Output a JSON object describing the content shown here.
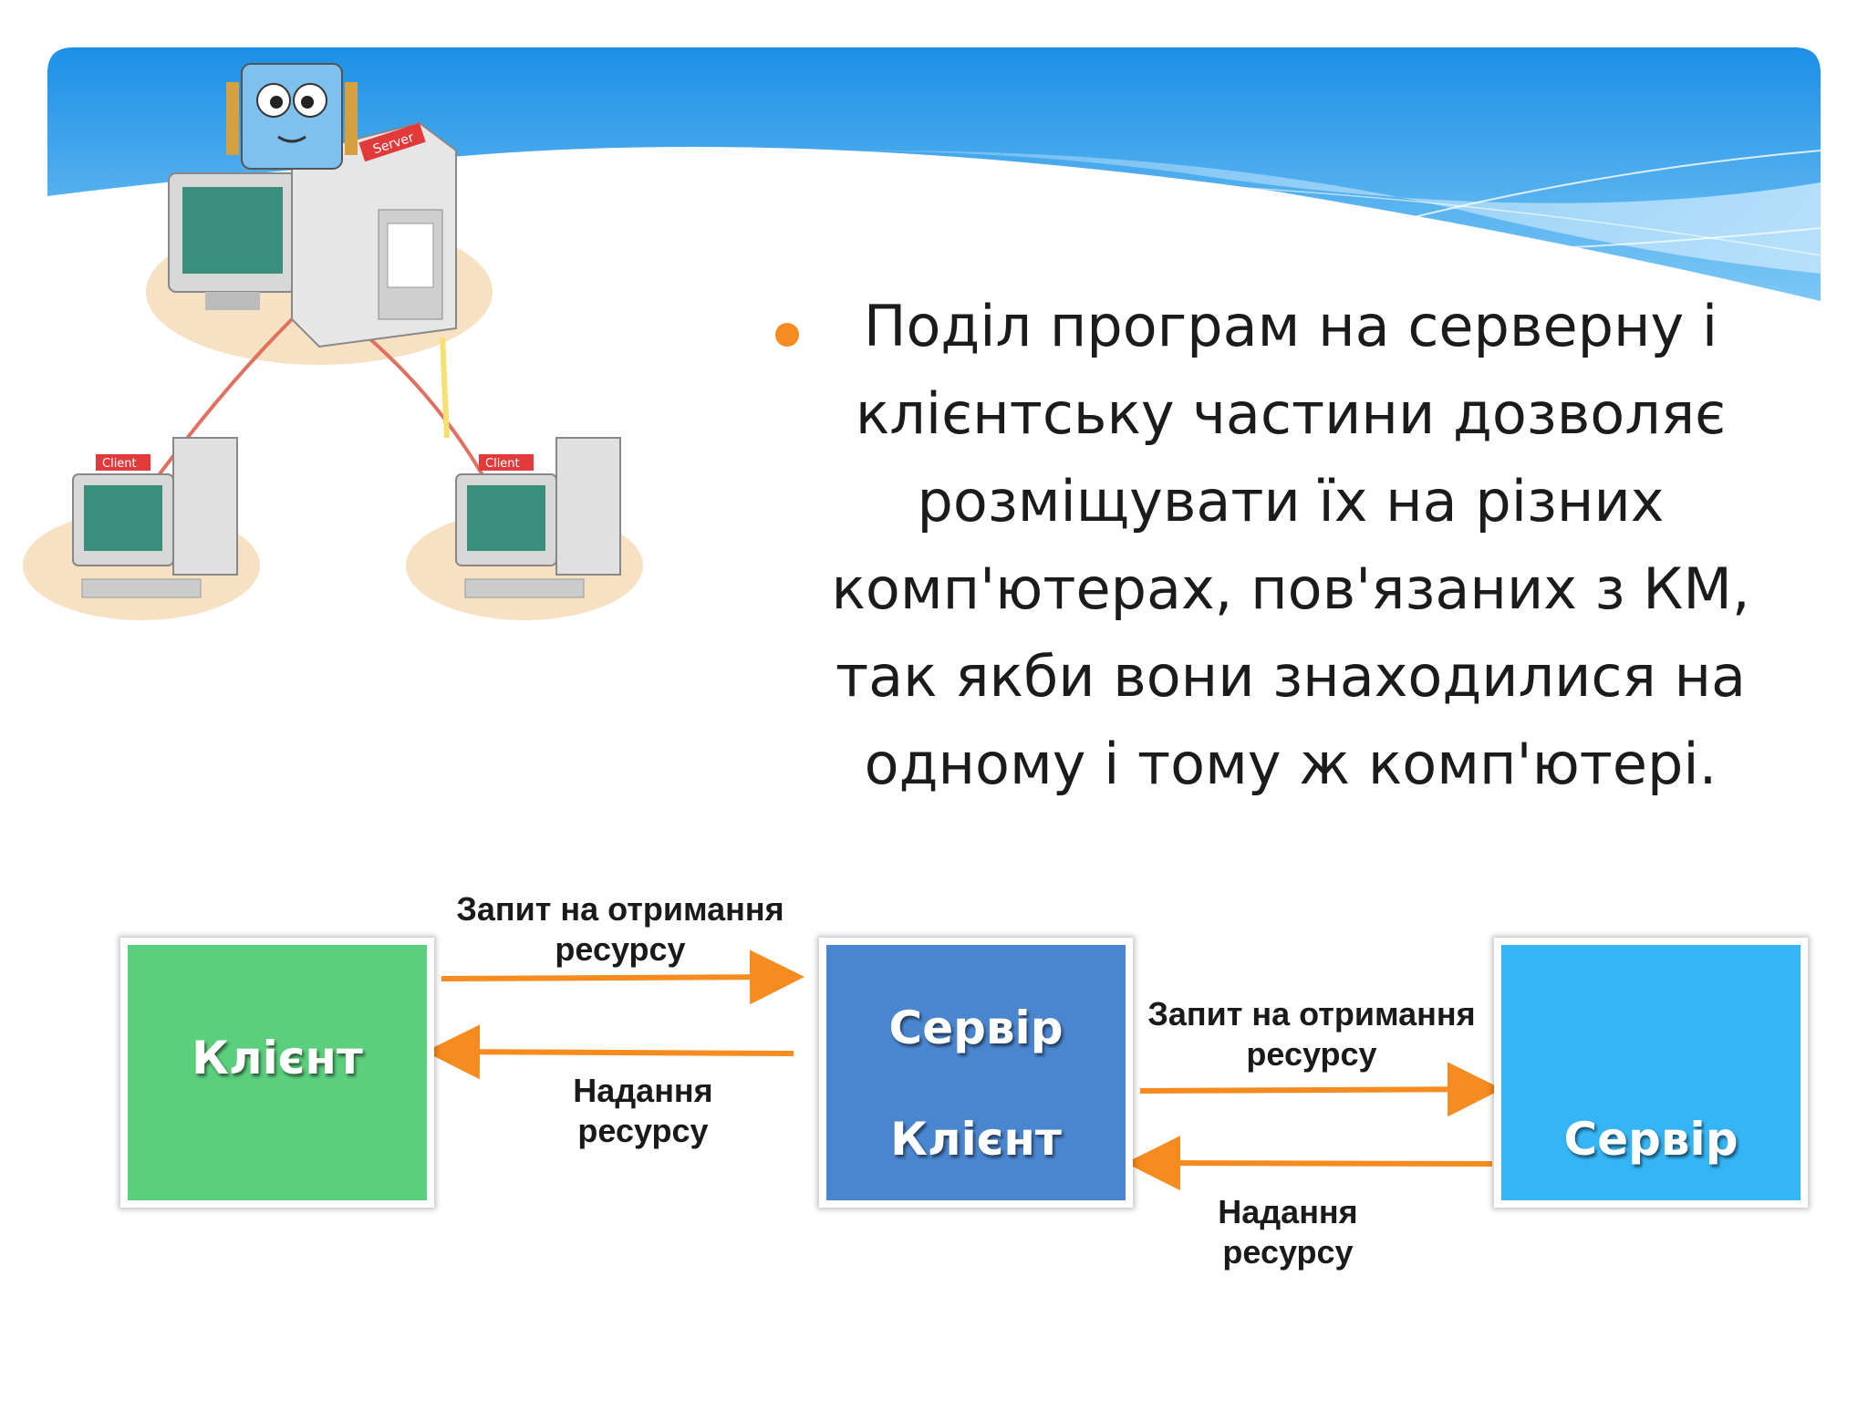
{
  "colors": {
    "accent_orange": "#f68b1f",
    "client_box": "#5bcf7b",
    "middle_box": "#4a86d0",
    "server_box": "#35b5f5",
    "header_blue": "#2196e8"
  },
  "bullet": {
    "icon": "bullet-dot",
    "text": "Поділ програм на серверну і\nклієнтську частини дозволяє\nрозміщувати їх на різних\nкомп'ютерах, пов'язаних з КМ,\nтак  якби вони знаходилися на\nодному і тому ж комп'ютері."
  },
  "illustration": {
    "server_tag": "Server",
    "client_tag": "Client"
  },
  "diagram": {
    "left_box": {
      "label": "Клієнт"
    },
    "middle_box": {
      "label_top": "Сервір",
      "label_bottom": "Клієнт"
    },
    "right_box": {
      "label": "Сервір"
    },
    "flow1_request": "Запит на отримання\nресурсу",
    "flow1_response": "Надання\nресурсу",
    "flow2_request": "Запит на отримання\nресурсу",
    "flow2_response": "Надання\nресурсу"
  }
}
